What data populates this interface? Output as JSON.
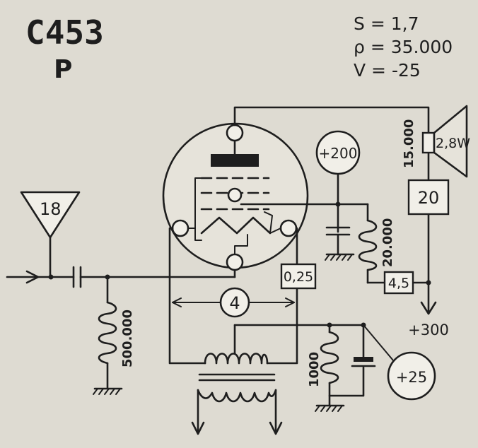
{
  "title": {
    "model": "C453",
    "suffix": "P"
  },
  "specs": [
    "S = 1,7",
    "ρ = 35.000",
    "V = -25"
  ],
  "labels": {
    "antenna_ref": "18",
    "input_resistor": "500.000",
    "screen_supply": "+200",
    "screen_resistor": "20.000",
    "speaker_impedance": "15.000",
    "speaker_power": "2,8W",
    "box_20": "20",
    "box_4_5": "4,5",
    "box_0_25": "0,25",
    "heater_ref": "4",
    "anode_supply": "+300",
    "cathode_resistor": "1000",
    "cathode_voltage": "+25"
  },
  "colors": {
    "ink": "#1e1e1e",
    "paper": "#dedbd2",
    "box_fill": "#f1efe8",
    "tube_tint": "#e6e3da"
  }
}
